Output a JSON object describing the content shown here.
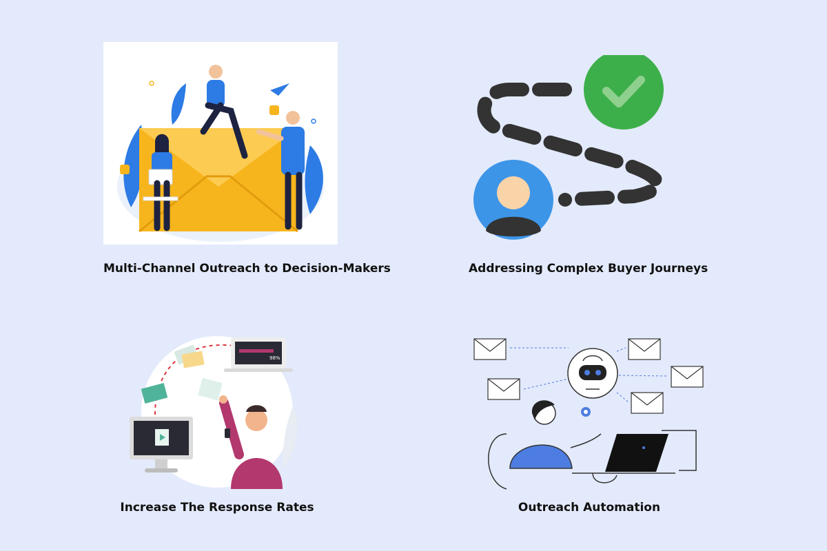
{
  "cards": [
    {
      "caption": "Multi-Channel Outreach to Decision-Makers",
      "illustration": "email-team-illustration"
    },
    {
      "caption": "Addressing Complex Buyer Journeys",
      "illustration": "buyer-journey-path-illustration"
    },
    {
      "caption": "Increase The Response Rates",
      "illustration": "response-rates-illustration",
      "progress_label": "98%",
      "progress_percent": 98
    },
    {
      "caption": "Outreach Automation",
      "illustration": "automation-robot-illustration"
    }
  ],
  "colors": {
    "background": "#e3eafb",
    "caption": "#111111",
    "accent_blue": "#2d7be5",
    "envelope_yellow": "#f7b51d",
    "check_green": "#3daf4a",
    "path_dark": "#333333",
    "avatar_blue": "#3d95e8",
    "pink": "#b2386e"
  }
}
